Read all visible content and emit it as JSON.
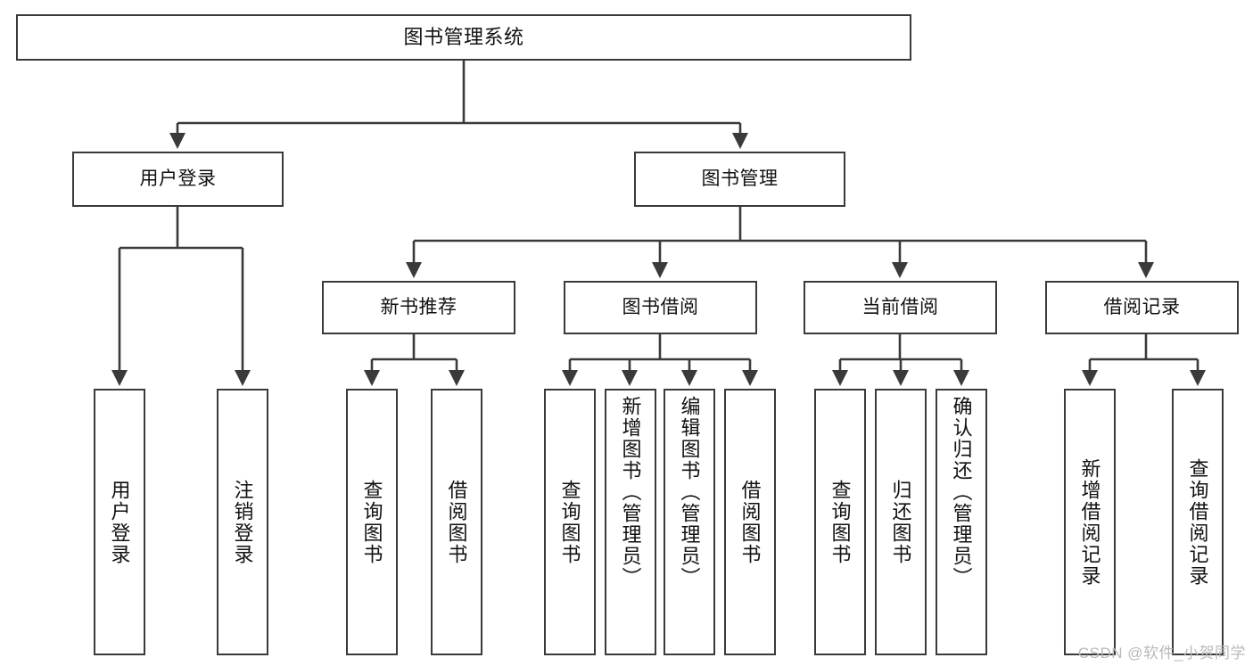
{
  "diagram": {
    "type": "tree-hierarchy",
    "title": "图书管理系统",
    "watermark": "CSDN @软件_小贺同学",
    "colors": {
      "box_stroke": "#3a3a3a",
      "box_fill": "#ffffff",
      "edge": "#3a3a3a",
      "text": "#111111",
      "watermark": "#b9b9b9",
      "background": "#ffffff"
    },
    "nodes": {
      "root": {
        "label": "图书管理系统"
      },
      "level2": [
        {
          "id": "user-login",
          "label": "用户登录"
        },
        {
          "id": "book-management",
          "label": "图书管理"
        }
      ],
      "level3": [
        {
          "id": "new-book-recommend",
          "label": "新书推荐"
        },
        {
          "id": "book-borrow",
          "label": "图书借阅"
        },
        {
          "id": "current-borrow",
          "label": "当前借阅"
        },
        {
          "id": "borrow-record",
          "label": "借阅记录"
        }
      ],
      "leaves": {
        "user-login": [
          {
            "id": "leaf-user-login",
            "label": "用户登录"
          },
          {
            "id": "leaf-logout",
            "label": "注销登录"
          }
        ],
        "new-book-recommend": [
          {
            "id": "leaf-query-book-1",
            "label": "查询图书"
          },
          {
            "id": "leaf-borrow-book-1",
            "label": "借阅图书"
          }
        ],
        "book-borrow": [
          {
            "id": "leaf-query-book-2",
            "label": "查询图书"
          },
          {
            "id": "leaf-add-book",
            "label": "新增图书（管理员）"
          },
          {
            "id": "leaf-edit-book",
            "label": "编辑图书（管理员）"
          },
          {
            "id": "leaf-borrow-book-2",
            "label": "借阅图书"
          }
        ],
        "current-borrow": [
          {
            "id": "leaf-query-book-3",
            "label": "查询图书"
          },
          {
            "id": "leaf-return-book",
            "label": "归还图书"
          },
          {
            "id": "leaf-confirm-return",
            "label": "确认归还（管理员）"
          }
        ],
        "borrow-record": [
          {
            "id": "leaf-add-record",
            "label": "新增借阅记录"
          },
          {
            "id": "leaf-query-record",
            "label": "查询借阅记录"
          }
        ]
      }
    }
  }
}
